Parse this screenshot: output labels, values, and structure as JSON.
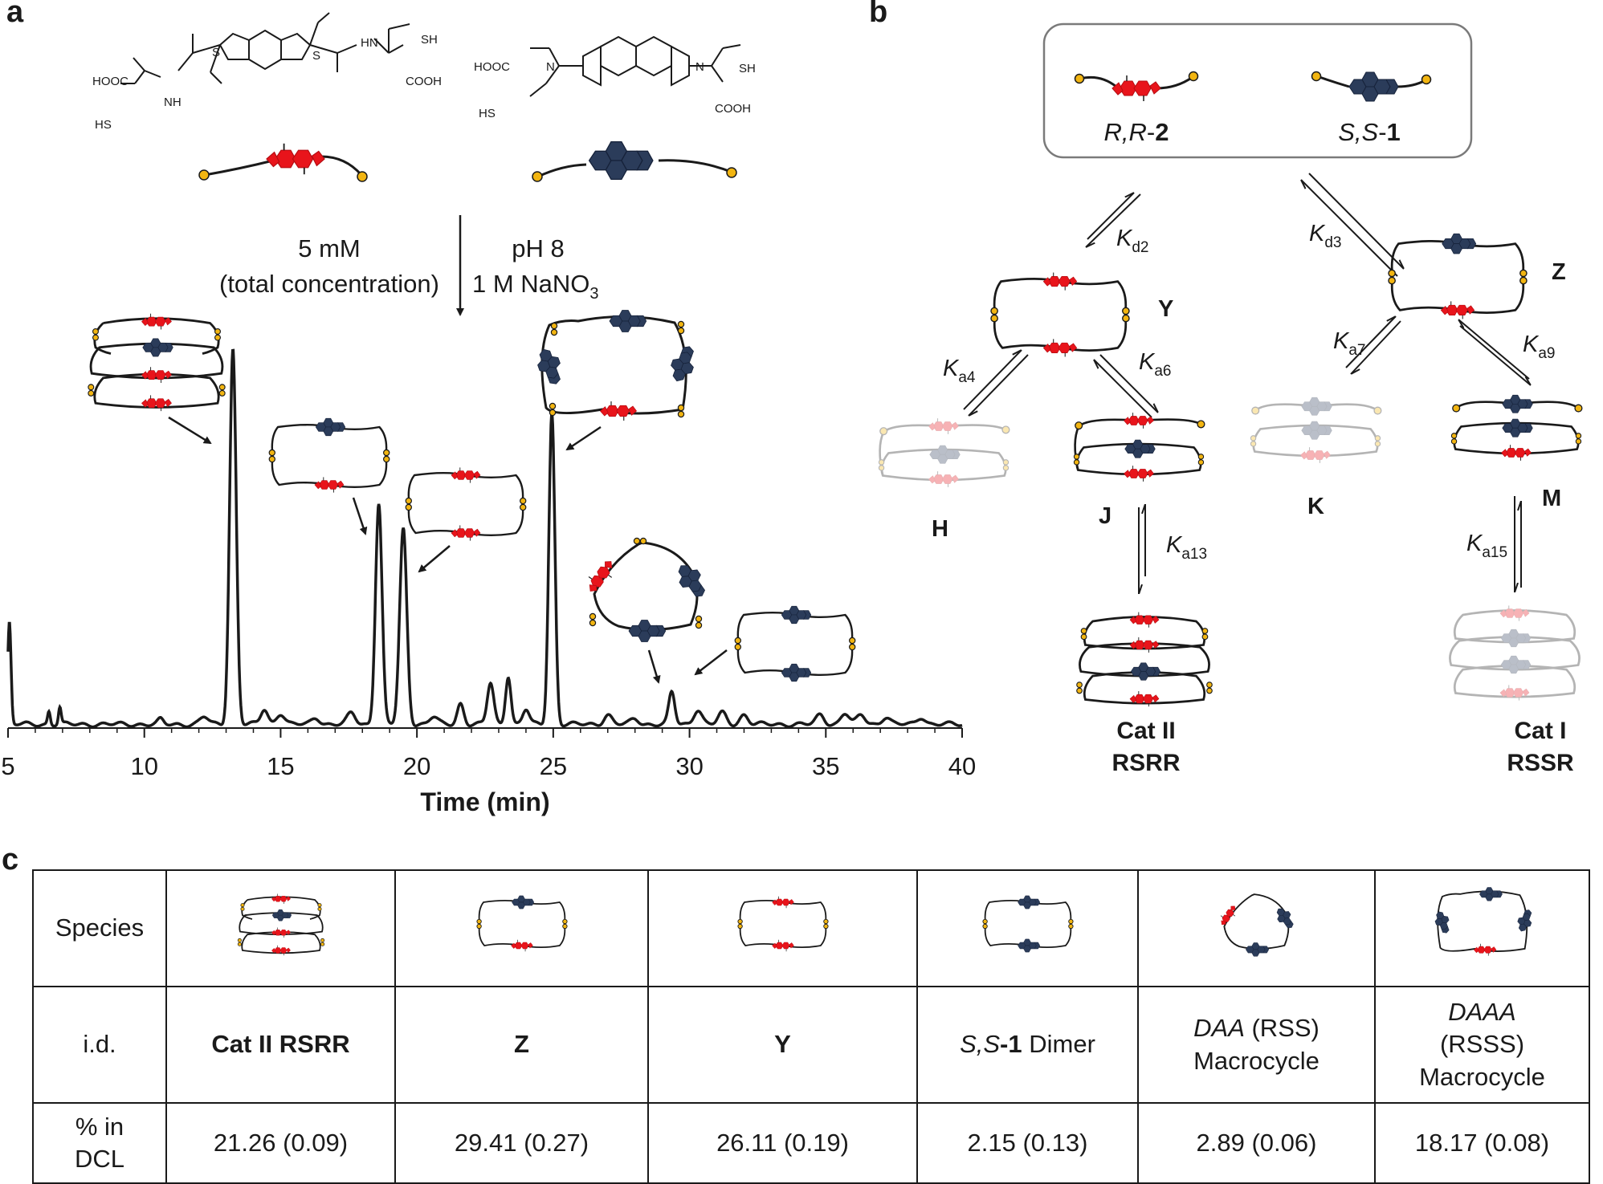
{
  "panels": {
    "a": "a",
    "b": "b",
    "c": "c"
  },
  "panel_a": {
    "conditions_left_line1": "5 mM",
    "conditions_left_line2": "(total concentration)",
    "conditions_right_line1": "pH 8",
    "conditions_right_line2_main": "1 M NaNO",
    "conditions_right_line2_sub": "3",
    "struct_left": {
      "cooh_left": "HOOC",
      "nh": "NH",
      "hn": "HN",
      "hs": "HS",
      "sh": "SH",
      "cooh": "COOH",
      "s1": "S",
      "s2": "S"
    },
    "struct_right": {
      "hooc": "HOOC",
      "sh": "SH",
      "hs": "HS",
      "cooh": "COOH",
      "n1": "N",
      "n2": "N"
    },
    "colors": {
      "red_unit": "#e8141b",
      "blue_unit": "#2b3c5a",
      "sulfur": "#f2b511",
      "line": "#1a1a1a"
    }
  },
  "chart_data": {
    "type": "line",
    "xlabel": "Time (min)",
    "ylabel": "",
    "xlim": [
      5,
      40
    ],
    "xticks": [
      5,
      10,
      15,
      20,
      25,
      30,
      35,
      40
    ],
    "baseline": 0.01,
    "peaks": [
      {
        "t": 5.05,
        "h": 0.27,
        "w": 0.06
      },
      {
        "t": 6.5,
        "h": 0.035,
        "w": 0.05
      },
      {
        "t": 6.9,
        "h": 0.045,
        "w": 0.05
      },
      {
        "t": 10.6,
        "h": 0.012,
        "w": 0.1
      },
      {
        "t": 12.2,
        "h": 0.02,
        "w": 0.15
      },
      {
        "t": 13.25,
        "h": 1.0,
        "w": 0.12
      },
      {
        "t": 14.4,
        "h": 0.04,
        "w": 0.13
      },
      {
        "t": 15.0,
        "h": 0.03,
        "w": 0.15
      },
      {
        "t": 16.3,
        "h": 0.018,
        "w": 0.15
      },
      {
        "t": 17.6,
        "h": 0.03,
        "w": 0.15
      },
      {
        "t": 18.6,
        "h": 0.59,
        "w": 0.12
      },
      {
        "t": 19.5,
        "h": 0.52,
        "w": 0.13
      },
      {
        "t": 20.6,
        "h": 0.02,
        "w": 0.15
      },
      {
        "t": 21.6,
        "h": 0.055,
        "w": 0.12
      },
      {
        "t": 22.7,
        "h": 0.11,
        "w": 0.12
      },
      {
        "t": 23.35,
        "h": 0.13,
        "w": 0.1
      },
      {
        "t": 24.0,
        "h": 0.04,
        "w": 0.12
      },
      {
        "t": 24.95,
        "h": 0.83,
        "w": 0.11
      },
      {
        "t": 27.0,
        "h": 0.025,
        "w": 0.15
      },
      {
        "t": 28.0,
        "h": 0.015,
        "w": 0.15
      },
      {
        "t": 29.35,
        "h": 0.085,
        "w": 0.11
      },
      {
        "t": 30.3,
        "h": 0.04,
        "w": 0.15
      },
      {
        "t": 31.2,
        "h": 0.03,
        "w": 0.15
      },
      {
        "t": 32.0,
        "h": 0.025,
        "w": 0.15
      },
      {
        "t": 34.8,
        "h": 0.025,
        "w": 0.15
      },
      {
        "t": 35.7,
        "h": 0.03,
        "w": 0.15
      },
      {
        "t": 36.3,
        "h": 0.025,
        "w": 0.15
      },
      {
        "t": 37.2,
        "h": 0.02,
        "w": 0.15
      },
      {
        "t": 38.5,
        "h": 0.02,
        "w": 0.15
      }
    ]
  },
  "panel_b": {
    "rr2": {
      "italic": "R,R",
      "bold": "2"
    },
    "ss1": {
      "italic": "S,S",
      "bold": "1"
    },
    "k_d2": {
      "k": "K",
      "sub": "d2"
    },
    "k_d3": {
      "k": "K",
      "sub": "d3"
    },
    "k_a4": {
      "k": "K",
      "sub": "a4"
    },
    "k_a6": {
      "k": "K",
      "sub": "a6"
    },
    "k_a7": {
      "k": "K",
      "sub": "a7"
    },
    "k_a9": {
      "k": "K",
      "sub": "a9"
    },
    "k_a13": {
      "k": "K",
      "sub": "a13"
    },
    "k_a15": {
      "k": "K",
      "sub": "a15"
    },
    "labels": {
      "Y": "Y",
      "Z": "Z",
      "H": "H",
      "J": "J",
      "K": "K",
      "M": "M"
    },
    "cat2_line1": "Cat II",
    "cat2_line2": "RSRR",
    "cat1_line1": "Cat I",
    "cat1_line2": "RSSR"
  },
  "table": {
    "row1_header": "Species",
    "row2_header": "i.d.",
    "row3_header": "% in\nDCL",
    "ids": {
      "c1": "Cat II RSRR",
      "c2": "Z",
      "c3": "Y",
      "c4_it": "S,S",
      "c4_bold": "-1",
      "c4_rest": " Dimer",
      "c5_it": "DAA",
      "c5_rest1": " (RSS)",
      "c5_rest2": "Macrocycle",
      "c6_it": "DAAA",
      "c6_rest1": "(RSSS)",
      "c6_rest2": "Macrocycle"
    },
    "percent": [
      "21.26 (0.09)",
      "29.41 (0.27)",
      "26.11 (0.19)",
      "2.15 (0.13)",
      "2.89 (0.06)",
      "18.17 (0.08)"
    ]
  }
}
